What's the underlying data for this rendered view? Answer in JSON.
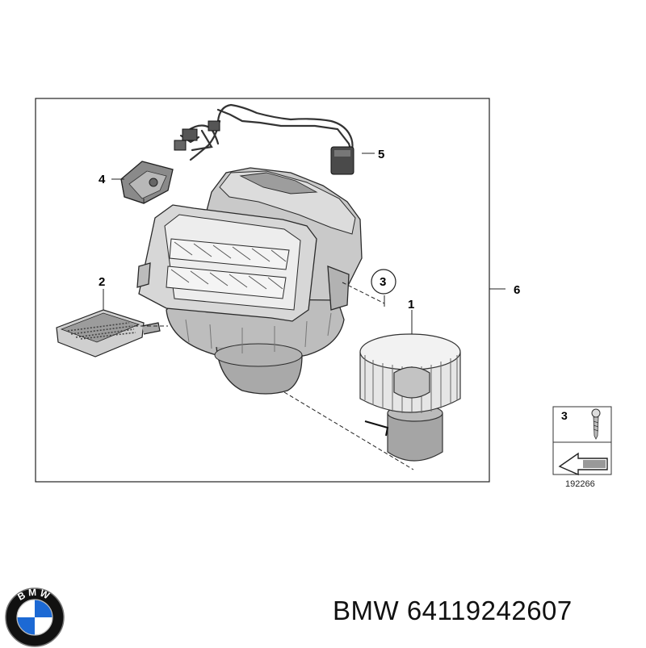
{
  "callouts": {
    "c1": "1",
    "c2": "2",
    "c3": "3",
    "c4": "4",
    "c5": "5",
    "c6": "6"
  },
  "legend": {
    "item_number": "3",
    "diagram_id": "192266"
  },
  "caption": {
    "brand": "BMW",
    "part_number": "64119242607"
  },
  "logo": {
    "text": "BMW",
    "colors": {
      "blue": "#1c69d4",
      "ring": "#111111",
      "white": "#ffffff"
    }
  },
  "icons": [
    "bmw-logo-icon",
    "screw-icon",
    "arrow-icon"
  ]
}
